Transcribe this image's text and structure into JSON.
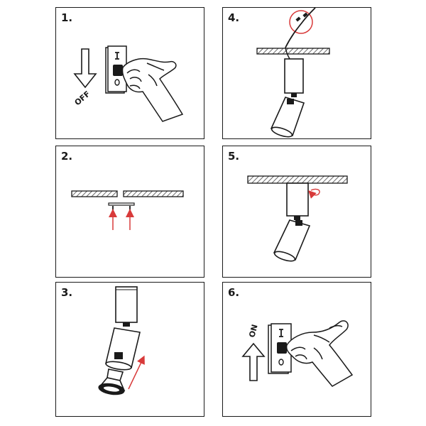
{
  "steps": [
    {
      "number": "1.",
      "label": "OFF"
    },
    {
      "number": "2."
    },
    {
      "number": "3."
    },
    {
      "number": "4."
    },
    {
      "number": "5."
    },
    {
      "number": "6.",
      "label": "ON"
    }
  ],
  "colors": {
    "line": "#1a1a1a",
    "accent": "#d83a3a",
    "hatch": "#555555"
  }
}
